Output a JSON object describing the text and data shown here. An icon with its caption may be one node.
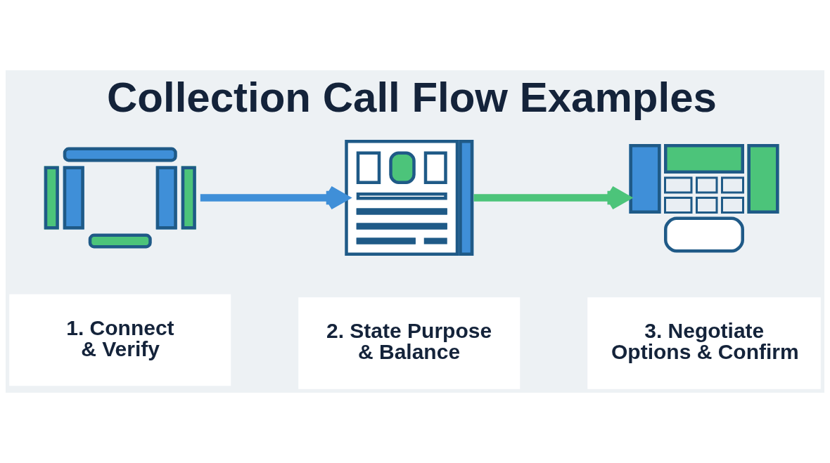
{
  "diagram": {
    "title": "Collection Call Flow Examples",
    "nodes": [
      {
        "text": [],
        "shape": "picture"
      },
      {
        "text": [],
        "shape": "picture"
      },
      {
        "text": [],
        "shape": "picture"
      },
      {
        "text": [
          "1. Connect & Verify"
        ]
      },
      {
        "text": [
          "2. State Purpose & Balance"
        ]
      },
      {
        "text": [
          "3. Negotiate Options & Confirm"
        ]
      }
    ],
    "edges": [
      {
        "from": 0,
        "to": 1,
        "arrow": "to",
        "color": "#3f8fd8"
      },
      {
        "from": 1,
        "to": 2,
        "arrow": "to",
        "color": "#4cc47a"
      }
    ]
  }
}
